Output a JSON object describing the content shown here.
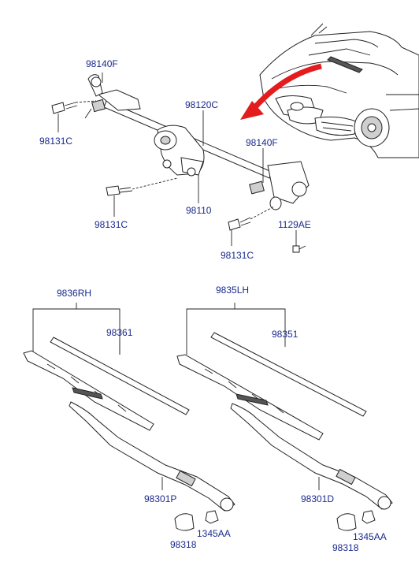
{
  "labels": {
    "p98140F_top": "98140F",
    "p98131C_left": "98131C",
    "p98120C": "98120C",
    "p98140F_right": "98140F",
    "p98131C_mid": "98131C",
    "p98110": "98110",
    "p1129AE": "1129AE",
    "p98131C_bottom": "98131C",
    "p9836RH": "9836RH",
    "p98361": "98361",
    "p9835LH": "9835LH",
    "p98351": "98351",
    "p98301P": "98301P",
    "p98318_left": "98318",
    "p1345AA_left": "1345AA",
    "p98301D": "98301D",
    "p98318_right": "98318",
    "p1345AA_right": "1345AA"
  },
  "colors": {
    "label_text": "#1a2a8c",
    "line": "#222222",
    "arrow": "#e31d1d",
    "background": "#ffffff"
  },
  "icons": {
    "vehicle": "car-front-view-icon",
    "pointer": "red-curved-arrow-icon"
  }
}
